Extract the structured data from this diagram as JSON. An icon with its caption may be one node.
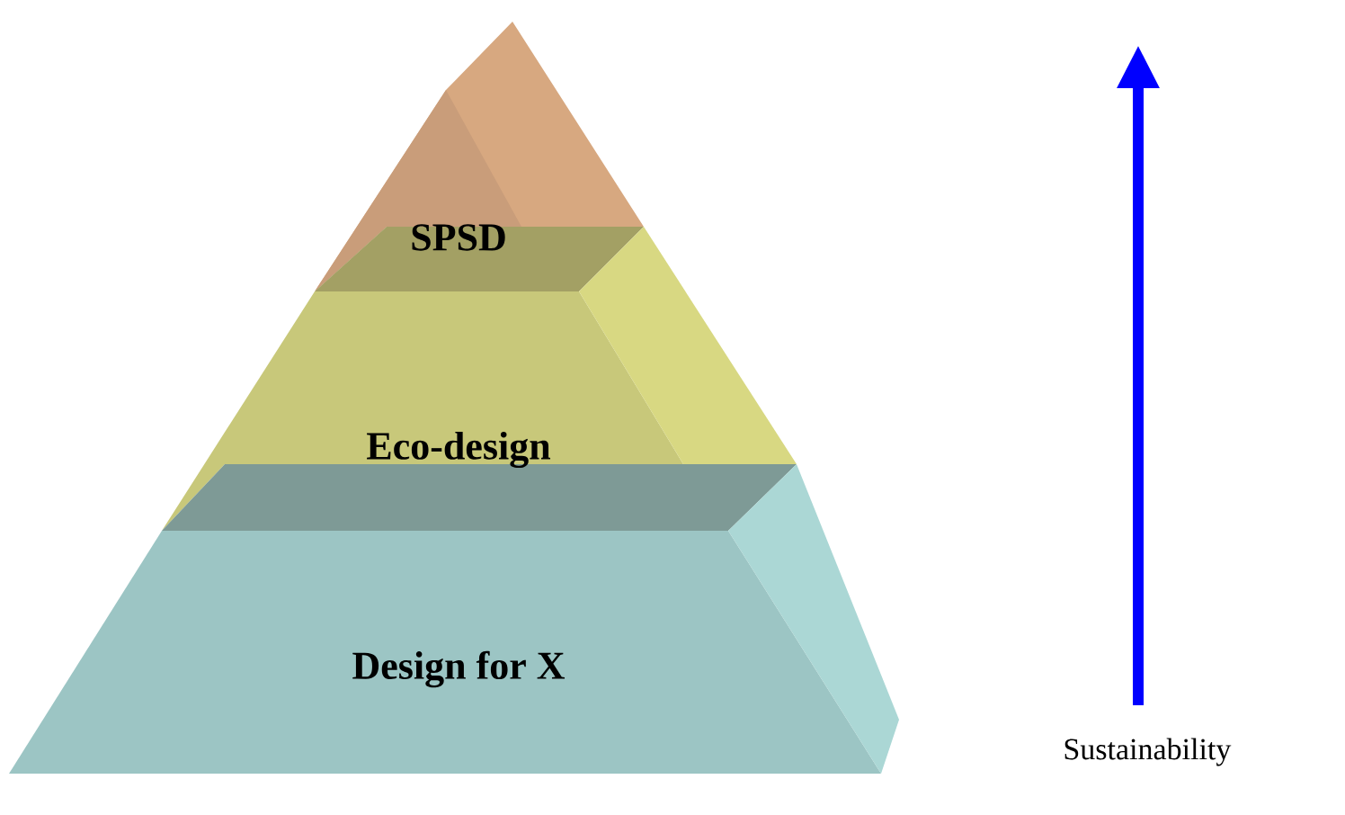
{
  "diagram": {
    "nodes": [
      {
        "text": [
          "SPSD"
        ]
      },
      {
        "text": [
          "Eco-design"
        ]
      },
      {
        "text": [
          "Design for X"
        ]
      }
    ],
    "labels": [
      "Sustainability"
    ]
  }
}
